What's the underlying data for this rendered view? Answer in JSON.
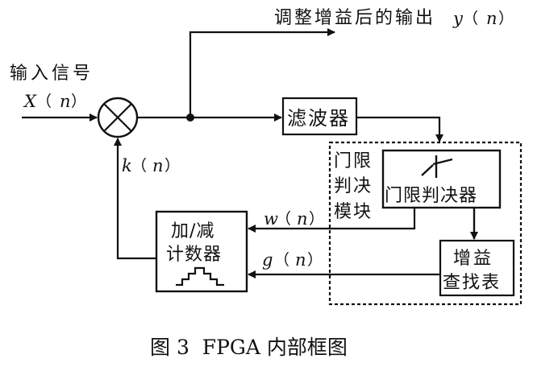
{
  "diagram": {
    "caption": "图 3  FPGA 内部框图",
    "input": {
      "title": "输入信号",
      "signal_var": "X",
      "signal_arg": "n"
    },
    "output": {
      "title": "调整增益后的输出",
      "signal_var": "y",
      "signal_arg": "n"
    },
    "multiplier": {
      "symbol": "multiply-circle"
    },
    "filter": {
      "label": "滤波器"
    },
    "threshold_module": {
      "label_lines": [
        "门限",
        "判决",
        "模块"
      ]
    },
    "threshold_decider": {
      "label": "门限判决器",
      "icon": "hysteresis-icon"
    },
    "gain_table": {
      "label_lines": [
        "增益",
        "查找表"
      ]
    },
    "counter": {
      "label_lines": [
        "加/减",
        "计数器"
      ],
      "icon": "staircase-icon"
    },
    "signals": {
      "k": {
        "var": "k",
        "arg": "n"
      },
      "w": {
        "var": "w",
        "arg": "n"
      },
      "g": {
        "var": "g",
        "arg": "n"
      }
    },
    "paren_open": "（",
    "paren_close": "）"
  }
}
